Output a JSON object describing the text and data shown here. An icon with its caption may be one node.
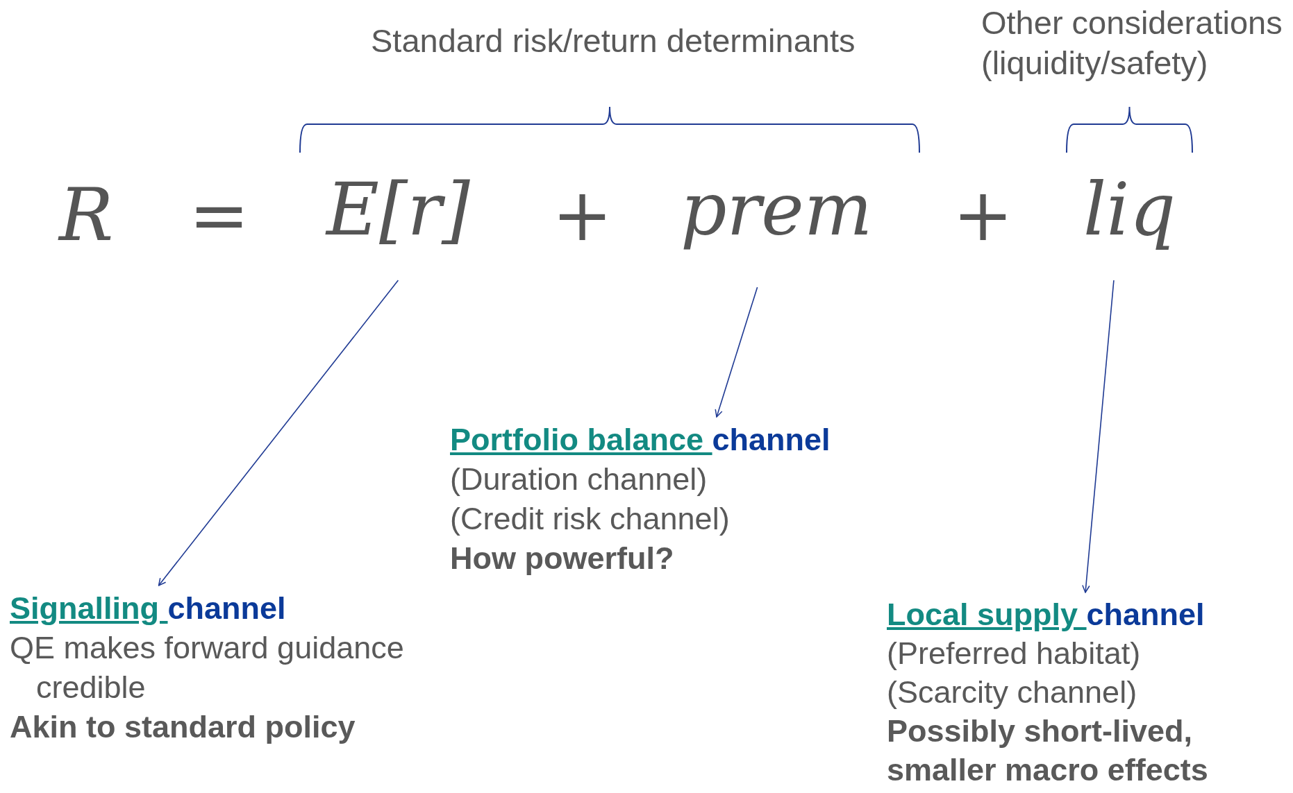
{
  "diagram": {
    "nodes": [
      {
        "text": [
          "E[r]"
        ]
      },
      {
        "text": [
          "prem"
        ]
      },
      {
        "text": [
          "liq"
        ]
      },
      {
        "text": [
          "Portfolio balance channel",
          "(Duration channel)",
          "(Credit risk channel)",
          "How powerful?"
        ]
      },
      {
        "text": [
          "Signalling channel",
          "QE makes forward guidance credible",
          "Akin to standard policy"
        ]
      },
      {
        "text": [
          "Local supply channel",
          "(Preferred habitat)",
          "(Scarcity channel)",
          "Possibly short-lived, smaller macro effects"
        ]
      }
    ],
    "edges": [
      {
        "from": 0,
        "to": 4,
        "arrow": "to"
      },
      {
        "from": 1,
        "to": 3,
        "arrow": "to"
      },
      {
        "from": 2,
        "to": 5,
        "arrow": "to"
      }
    ],
    "labels": [
      "Standard risk/return determinants",
      "Other considerations (liquidity/safety)",
      "R",
      "=",
      "+",
      "+"
    ]
  }
}
